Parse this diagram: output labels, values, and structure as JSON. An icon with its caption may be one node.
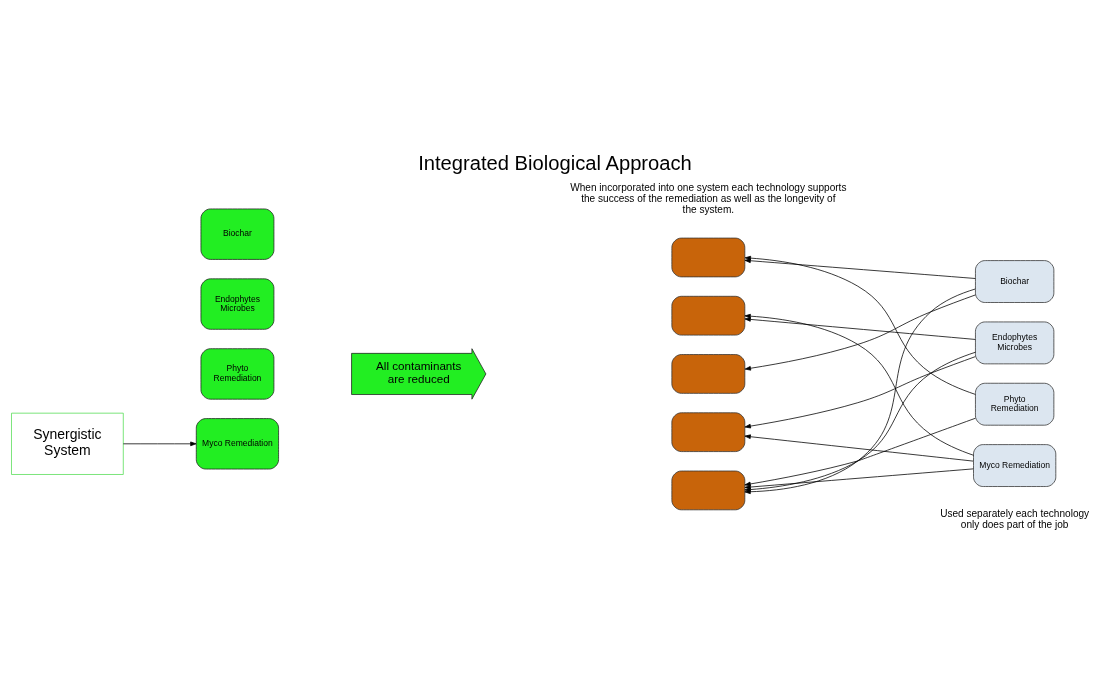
{
  "diagram": {
    "title": "Integrated Biological Approach",
    "nodes": [
      {
        "text": [
          "Biochar"
        ]
      },
      {
        "text": [
          "Endophytes Microbes"
        ]
      },
      {
        "text": [
          "Phyto Remediation"
        ]
      },
      {
        "text": [
          "Myco Remediation"
        ]
      },
      {
        "text": [
          "Synergistic System"
        ]
      },
      {
        "text": [
          "All contaminants are reduced"
        ]
      },
      {
        "text": [],
        "shape": "box"
      },
      {
        "text": [],
        "shape": "box"
      },
      {
        "text": [],
        "shape": "box"
      },
      {
        "text": [],
        "shape": "box"
      },
      {
        "text": [],
        "shape": "box"
      },
      {
        "text": [
          "Biochar"
        ]
      },
      {
        "text": [
          "Endophytes Microbes"
        ]
      },
      {
        "text": [
          "Phyto Remediation"
        ]
      },
      {
        "text": [
          "Myco Remediation"
        ]
      }
    ],
    "edges": [
      {
        "from": 4,
        "to": 3,
        "arrow": "to"
      },
      {
        "from": 11,
        "to": 6,
        "arrow": "to"
      },
      {
        "from": 11,
        "to": 8,
        "arrow": "to"
      },
      {
        "from": 11,
        "to": 10,
        "arrow": "to"
      },
      {
        "from": 12,
        "to": 7,
        "arrow": "to"
      },
      {
        "from": 12,
        "to": 9,
        "arrow": "to"
      },
      {
        "from": 12,
        "to": 10,
        "arrow": "to"
      },
      {
        "from": 13,
        "to": 6,
        "arrow": "to"
      },
      {
        "from": 13,
        "to": 10,
        "arrow": "to"
      },
      {
        "from": 14,
        "to": 7,
        "arrow": "to"
      },
      {
        "from": 14,
        "to": 9,
        "arrow": "to"
      },
      {
        "from": 14,
        "to": 10,
        "arrow": "to"
      }
    ],
    "labels": [
      "When incorporated into one system each technology supports the success of the remediation as well as the longevity of the system.",
      "Used separately each technology only does part of the job"
    ]
  }
}
